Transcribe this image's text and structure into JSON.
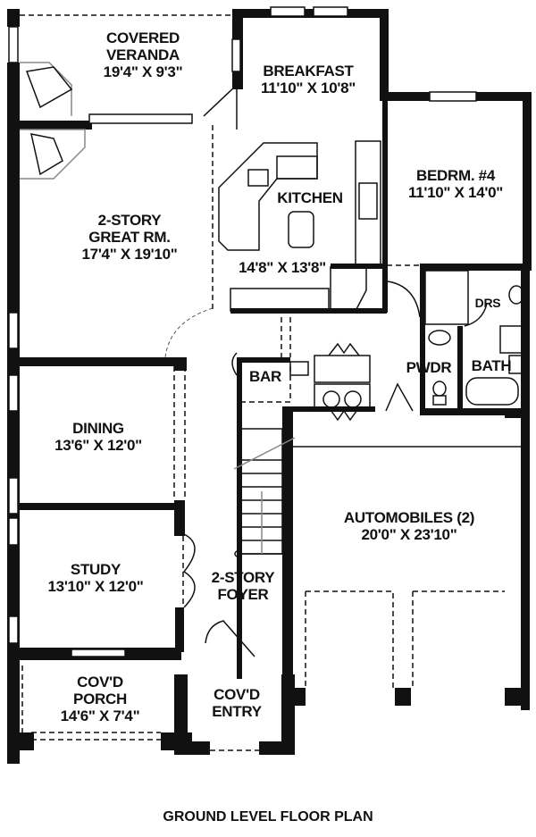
{
  "plan_title": "GROUND LEVEL FLOOR PLAN",
  "rooms": {
    "covered_veranda": {
      "name_line1": "COVERED",
      "name_line2": "VERANDA",
      "size": "19'4\" X 9'3\""
    },
    "breakfast": {
      "name": "BREAKFAST",
      "size": "11'10\" X 10'8\""
    },
    "kitchen": {
      "name": "KITCHEN",
      "size": "14'8\" X 13'8\""
    },
    "bedroom_4": {
      "name": "BEDRM. #4",
      "size": "11'10\" X 14'0\""
    },
    "great_room": {
      "name_line1": "2-STORY",
      "name_line2": "GREAT RM.",
      "size": "17'4\" X 19'10\""
    },
    "dressing": {
      "name": "DRS"
    },
    "powder": {
      "name": "PWDR"
    },
    "bath": {
      "name": "BATH"
    },
    "bar": {
      "name": "BAR"
    },
    "dining": {
      "name": "DINING",
      "size": "13'6\" X 12'0\""
    },
    "garage": {
      "name": "AUTOMOBILES (2)",
      "size": "20'0\" X 23'10\""
    },
    "study": {
      "name": "STUDY",
      "size": "13'10\" X 12'0\""
    },
    "foyer": {
      "name_line1": "2-STORY",
      "name_line2": "FOYER"
    },
    "covered_porch": {
      "name_line1": "COV'D",
      "name_line2": "PORCH",
      "size": "14'6\" X 7'4\""
    },
    "covered_entry": {
      "name_line1": "COV'D",
      "name_line2": "ENTRY"
    }
  }
}
